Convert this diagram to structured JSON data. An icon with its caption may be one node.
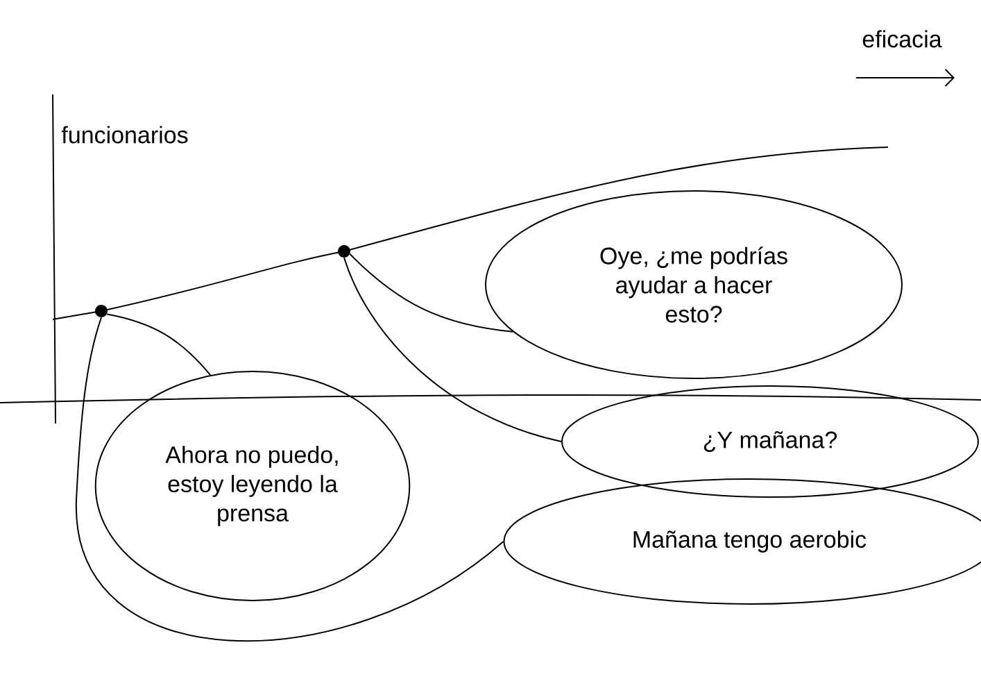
{
  "diagram": {
    "nodes": [
      {
        "text": [],
        "shape": "circle"
      },
      {
        "text": [],
        "shape": "circle"
      },
      {
        "text": [
          "Oye, ¿me podrías ayudar a hacer esto?"
        ]
      },
      {
        "text": [
          "¿Y mañana?"
        ]
      },
      {
        "text": [
          "Ahora no puedo, estoy leyendo la prensa"
        ]
      },
      {
        "text": [
          "Mañana tengo aerobic"
        ]
      }
    ],
    "edges": [
      {
        "from": 2,
        "to": 1,
        "arrow": "none"
      },
      {
        "from": 3,
        "to": 1,
        "arrow": "none"
      },
      {
        "from": 4,
        "to": 0,
        "arrow": "none"
      },
      {
        "from": 5,
        "to": 0,
        "arrow": "none"
      }
    ],
    "labels": [
      "eficacia",
      "funcionarios"
    ]
  }
}
